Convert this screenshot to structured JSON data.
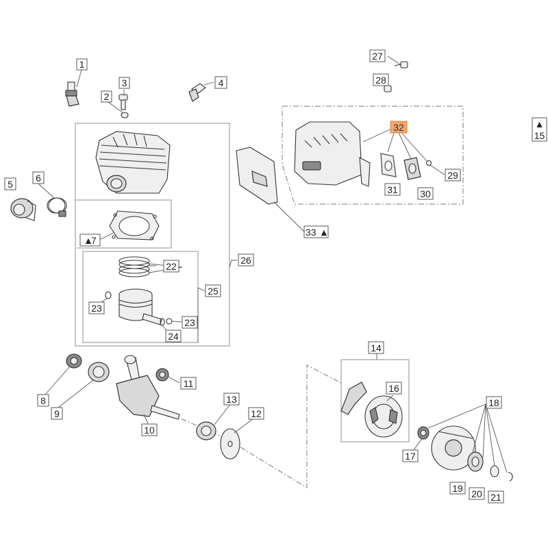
{
  "diagram": {
    "callouts": [
      {
        "id": "c1",
        "label": "1"
      },
      {
        "id": "c2",
        "label": "2"
      },
      {
        "id": "c3",
        "label": "3"
      },
      {
        "id": "c4",
        "label": "4"
      },
      {
        "id": "c5",
        "label": "5"
      },
      {
        "id": "c6",
        "label": "6"
      },
      {
        "id": "c7",
        "label": "7",
        "prefix": "▲"
      },
      {
        "id": "c8",
        "label": "8"
      },
      {
        "id": "c9",
        "label": "9"
      },
      {
        "id": "c10",
        "label": "10"
      },
      {
        "id": "c11",
        "label": "11"
      },
      {
        "id": "c12",
        "label": "12"
      },
      {
        "id": "c13",
        "label": "13"
      },
      {
        "id": "c14",
        "label": "14"
      },
      {
        "id": "c15",
        "label": "15",
        "prefix": "▲"
      },
      {
        "id": "c16",
        "label": "16"
      },
      {
        "id": "c17",
        "label": "17"
      },
      {
        "id": "c18",
        "label": "18"
      },
      {
        "id": "c19",
        "label": "19"
      },
      {
        "id": "c20",
        "label": "20"
      },
      {
        "id": "c21",
        "label": "21"
      },
      {
        "id": "c22",
        "label": "22"
      },
      {
        "id": "c23a",
        "label": "23"
      },
      {
        "id": "c23b",
        "label": "23"
      },
      {
        "id": "c24",
        "label": "24"
      },
      {
        "id": "c25",
        "label": "25"
      },
      {
        "id": "c26",
        "label": "26"
      },
      {
        "id": "c27",
        "label": "27"
      },
      {
        "id": "c28",
        "label": "28"
      },
      {
        "id": "c29",
        "label": "29"
      },
      {
        "id": "c30",
        "label": "30"
      },
      {
        "id": "c31",
        "label": "31"
      },
      {
        "id": "c32",
        "label": "32",
        "highlighted": true
      },
      {
        "id": "c33",
        "label": "33",
        "suffix": "▲"
      }
    ],
    "highlight_color": "#f5a66a"
  }
}
